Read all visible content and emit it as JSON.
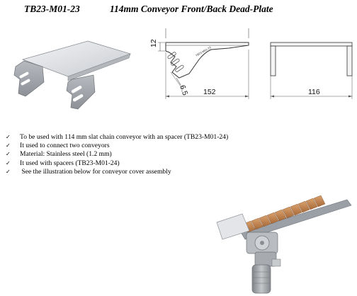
{
  "header": {
    "code": "TB23-M01-23",
    "title": "114mm Conveyor Front/Back Dead-Plate"
  },
  "drawing": {
    "dim_height": "12",
    "dim_slot": "6.5",
    "dim_length": "152",
    "dim_width": "116",
    "stamp": "TB23-M01-23"
  },
  "bullets": [
    {
      "check": "✓",
      "text": "To be used with 114 mm slat chain conveyor with an spacer (TB23-M01-24)"
    },
    {
      "check": "✓",
      "text": "It used to connect two conveyors"
    },
    {
      "check": "✓",
      "text": "Material: Stainless steel (1.2 mm)"
    },
    {
      "check": "✓",
      "text": "It used with spacers (TB23-M01-24)"
    },
    {
      "check": "✓",
      "text": " See the illustration below for conveyor cover assembly"
    }
  ],
  "colors": {
    "steel_light": "#e4e6e9",
    "steel_dark": "#a9adb3",
    "slat_orange": "#c98a55",
    "motor_grey": "#9ea2a6"
  }
}
